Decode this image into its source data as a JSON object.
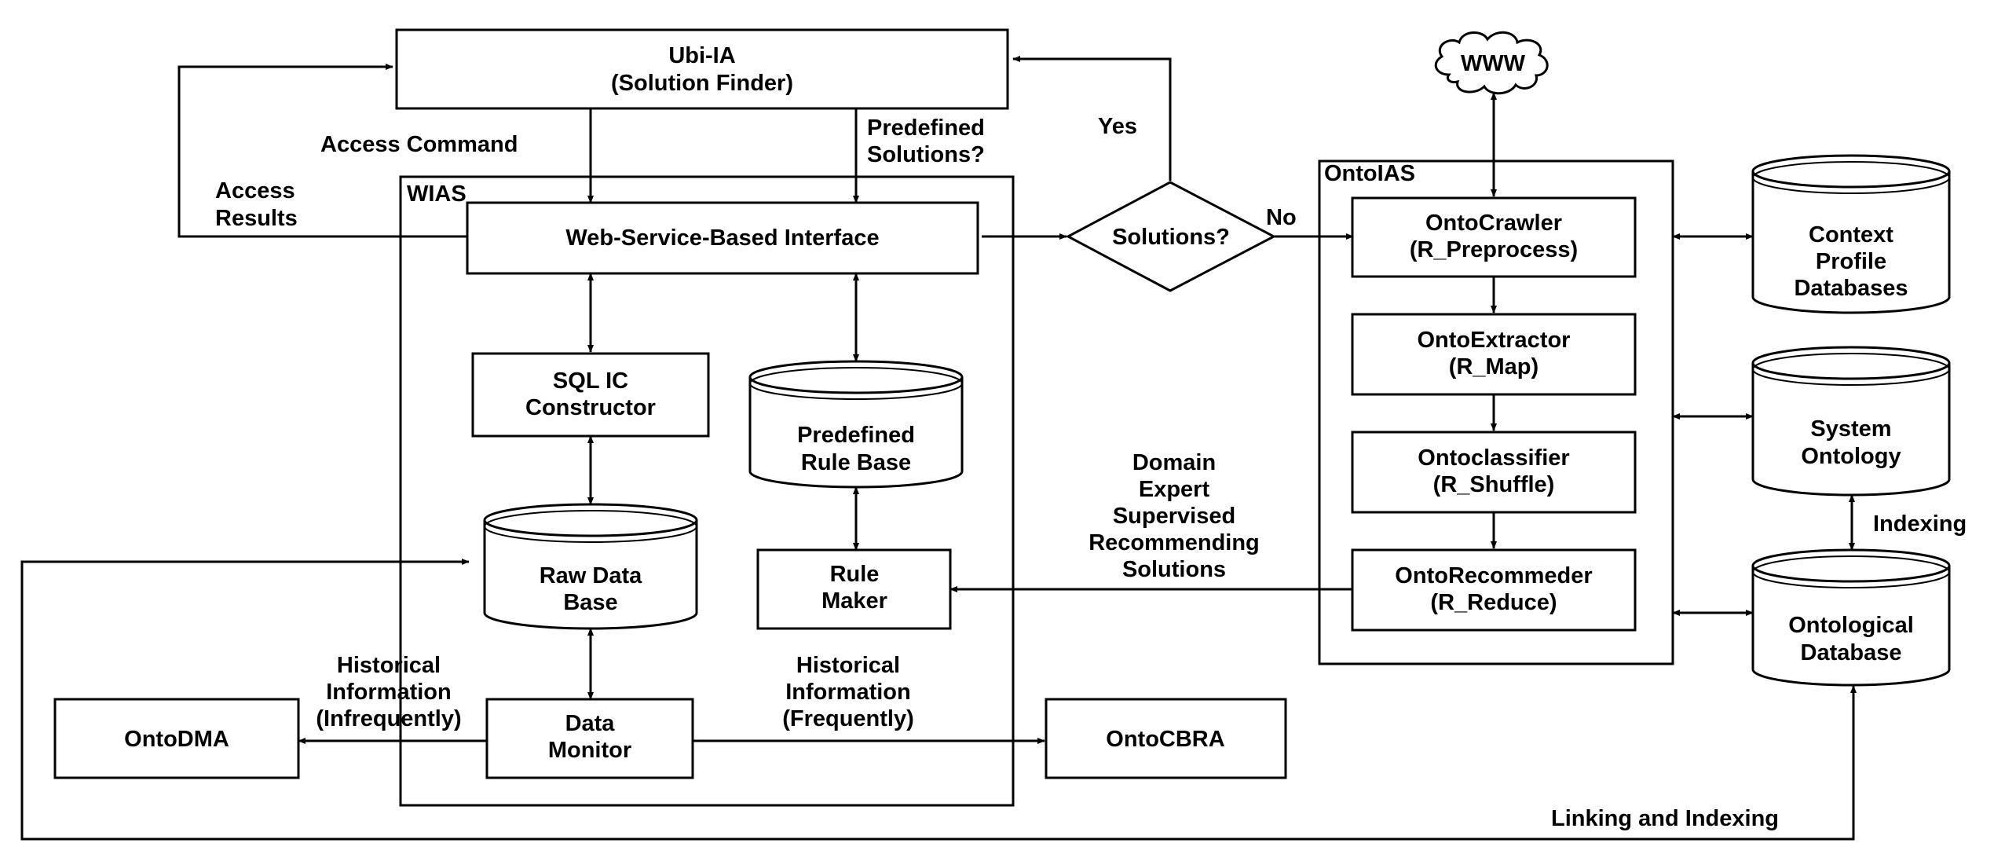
{
  "nodes": {
    "ubi_ia": {
      "line1": "Ubi-IA",
      "line2": "(Solution Finder)"
    },
    "web_interface": {
      "label": "Web-Service-Based Interface"
    },
    "sql_ic": {
      "line1": "SQL IC",
      "line2": "Constructor"
    },
    "predefined_rule_base": {
      "line1": "Predefined",
      "line2": "Rule Base"
    },
    "raw_data_base": {
      "line1": "Raw Data",
      "line2": "Base"
    },
    "rule_maker": {
      "line1": "Rule",
      "line2": "Maker"
    },
    "data_monitor": {
      "line1": "Data",
      "line2": "Monitor"
    },
    "ontodma": {
      "label": "OntoDMA"
    },
    "ontocbra": {
      "label": "OntoCBRA"
    },
    "solutions": {
      "label": "Solutions?"
    },
    "www": {
      "label": "WWW"
    },
    "ontocrawler": {
      "line1": "OntoCrawler",
      "line2": "(R_Preprocess)"
    },
    "ontoextractor": {
      "line1": "OntoExtractor",
      "line2": "(R_Map)"
    },
    "ontoclassifier": {
      "line1": "Ontoclassifier",
      "line2": "(R_Shuffle)"
    },
    "ontorecommeder": {
      "line1": "OntoRecommeder",
      "line2": "(R_Reduce)"
    },
    "context_profile": {
      "line1": "Context",
      "line2": "Profile",
      "line3": "Databases"
    },
    "system_ontology": {
      "line1": "System",
      "line2": "Ontology"
    },
    "ontological_db": {
      "line1": "Ontological",
      "line2": "Database"
    }
  },
  "containers": {
    "wias": "WIAS",
    "ontoias": "OntoIAS"
  },
  "edge_labels": {
    "access_command": "Access Command",
    "predefined_solutions": {
      "line1": "Predefined",
      "line2": "Solutions?"
    },
    "yes": "Yes",
    "no": "No",
    "access_results": {
      "line1": "Access",
      "line2": "Results"
    },
    "domain_expert": {
      "line1": "Domain",
      "line2": "Expert",
      "line3": "Supervised",
      "line4": "Recommending",
      "line5": "Solutions"
    },
    "historical_infrequent": {
      "line1": "Historical",
      "line2": "Information",
      "line3": "(Infrequently)"
    },
    "historical_frequent": {
      "line1": "Historical",
      "line2": "Information",
      "line3": "(Frequently)"
    },
    "indexing": "Indexing",
    "linking_indexing": "Linking and Indexing"
  }
}
